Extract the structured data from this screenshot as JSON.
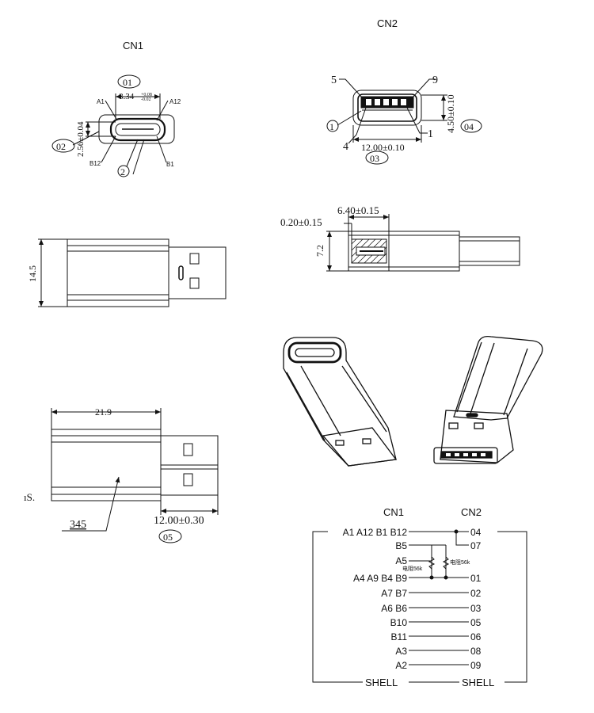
{
  "titles": {
    "cn1": "CN1",
    "cn2": "CN2"
  },
  "cn1_view": {
    "circle01": "01",
    "circle02": "02",
    "circle_2": "2",
    "pin_a1": "A1",
    "pin_a12": "A12",
    "pin_b12": "B12",
    "pin_b1": "B1",
    "width_dim": "8.34",
    "tol_top": "+0.08",
    "tol_bot": "-0.02",
    "height_dim": "2.56±0.04"
  },
  "cn2_view": {
    "n5": "5",
    "n9": "9",
    "n1": "1",
    "n4": "4",
    "circle_1": "1",
    "width_dim": "12.00±0.10",
    "height_dim": "4.50±0.10",
    "circle03": "03",
    "circle04": "04"
  },
  "section_view": {
    "dim_640": "6.40±0.15",
    "dim_020": "0.20±0.15",
    "dim_72": "7.2"
  },
  "top_view": {
    "dim_145": "14.5"
  },
  "side_view": {
    "dim_219": "21.9",
    "dim_1200": "12.00±0.30",
    "circle05": "05",
    "circles_345": "345",
    "edge_text": "ıS."
  },
  "wiring": {
    "header_cn1": "CN1",
    "header_cn2": "CN2",
    "resistor_left": "电阻56k",
    "resistor_right": "电阻56k",
    "rows": [
      {
        "left": "A1 A12 B1 B12",
        "right": "04"
      },
      {
        "left": "B5",
        "right": "07"
      },
      {
        "left": "A5",
        "right": ""
      },
      {
        "left": "A4 A9 B4 B9",
        "right": "01"
      },
      {
        "left": "A7  B7",
        "right": "02"
      },
      {
        "left": "A6  B6",
        "right": "03"
      },
      {
        "left": "B10",
        "right": "05"
      },
      {
        "left": "B11",
        "right": "06"
      },
      {
        "left": "A3",
        "right": "08"
      },
      {
        "left": "A2",
        "right": "09"
      }
    ],
    "shell_left": "SHELL",
    "shell_right": "SHELL"
  }
}
